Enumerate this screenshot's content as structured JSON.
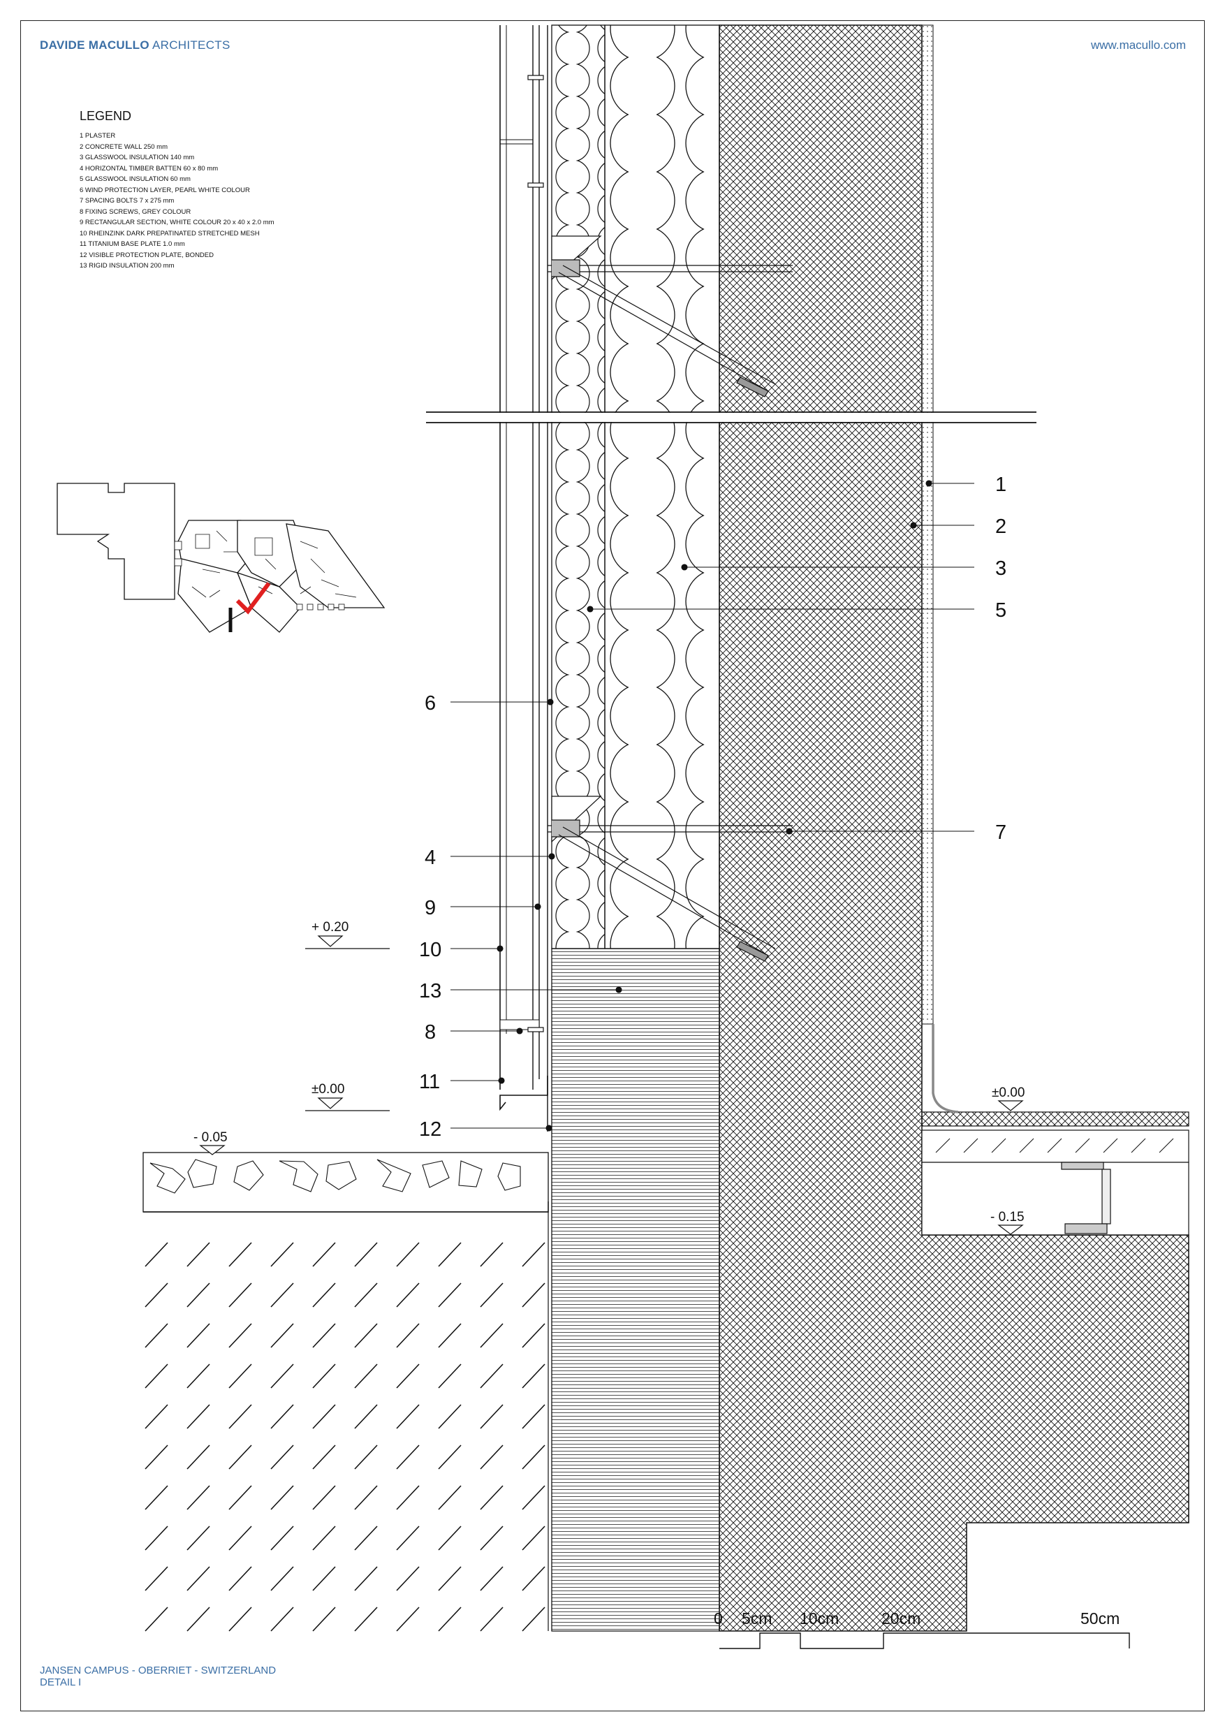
{
  "header": {
    "firm_bold": "DAVIDE MACULLO",
    "firm_rest": " ARCHITECTS",
    "website": "www.macullo.com"
  },
  "legend": {
    "title": "LEGEND",
    "items": [
      "1 PLASTER",
      "2 CONCRETE WALL 250 mm",
      "3 GLASSWOOL INSULATION 140 mm",
      "4 HORIZONTAL TIMBER BATTEN 60 x 80 mm",
      "5 GLASSWOOL INSULATION 60 mm",
      "6 WIND PROTECTION LAYER, PEARL WHITE COLOUR",
      "7 SPACING BOLTS 7 x 275 mm",
      "8 FIXING SCREWS, GREY COLOUR",
      "9 RECTANGULAR SECTION, WHITE COLOUR 20 x 40 x 2.0 mm",
      "10 RHEINZINK DARK PREPATINATED STRETCHED MESH",
      "11 TITANIUM BASE PLATE 1.0 mm",
      "12 VISIBLE PROTECTION PLATE, BONDED",
      "13 RIGID INSULATION 200 mm"
    ]
  },
  "callouts": {
    "c1": "1",
    "c2": "2",
    "c3": "3",
    "c5": "5",
    "c6": "6",
    "c7": "7",
    "c4": "4",
    "c9": "9",
    "c10": "10",
    "c13": "13",
    "c8": "8",
    "c11": "11",
    "c12": "12"
  },
  "levels": {
    "plus020": "+ 0.20",
    "zero_left": "±0.00",
    "minus005": "- 0.05",
    "zero_right": "±0.00",
    "minus015": "- 0.15"
  },
  "keyplan": {
    "section_mark": "I"
  },
  "scale": {
    "l0": "0",
    "l5": "5cm",
    "l10": "10cm",
    "l20": "20cm",
    "l50": "50cm"
  },
  "footer": {
    "project": "JANSEN CAMPUS - OBERRIET - SWITZERLAND",
    "detail": "DETAIL I"
  },
  "colors": {
    "brand": "#3a6ea5",
    "check_mark": "#e02020",
    "line": "#111111"
  }
}
